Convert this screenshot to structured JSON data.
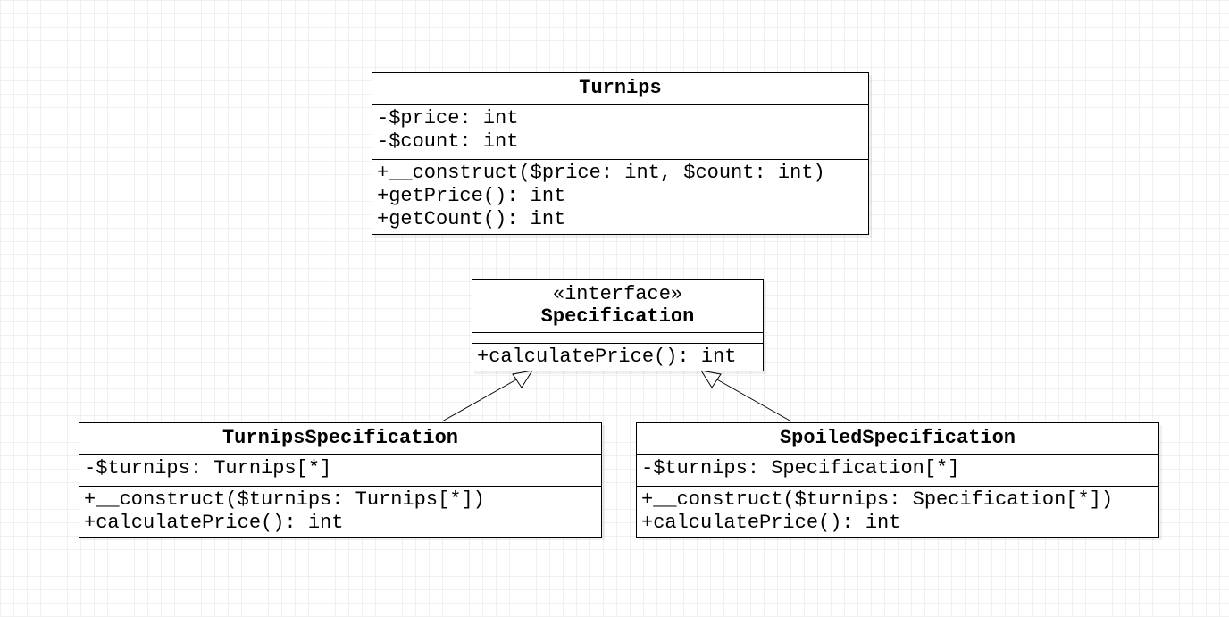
{
  "classes": {
    "turnips": {
      "name": "Turnips",
      "attributes": [
        "-$price: int",
        "-$count: int"
      ],
      "methods": [
        "+__construct($price: int, $count: int)",
        "+getPrice(): int",
        "+getCount(): int"
      ]
    },
    "specification": {
      "stereotype": "«interface»",
      "name": "Specification",
      "attributes": [],
      "methods": [
        "+calculatePrice(): int"
      ]
    },
    "turnips_specification": {
      "name": "TurnipsSpecification",
      "attributes": [
        "-$turnips: Turnips[*]"
      ],
      "methods": [
        "+__construct($turnips: Turnips[*])",
        "+calculatePrice(): int"
      ]
    },
    "spoiled_specification": {
      "name": "SpoiledSpecification",
      "attributes": [
        "-$turnips: Specification[*]"
      ],
      "methods": [
        "+__construct($turnips: Specification[*])",
        "+calculatePrice(): int"
      ]
    }
  },
  "relations": [
    {
      "type": "realization",
      "from": "TurnipsSpecification",
      "to": "Specification"
    },
    {
      "type": "realization",
      "from": "SpoiledSpecification",
      "to": "Specification"
    }
  ]
}
